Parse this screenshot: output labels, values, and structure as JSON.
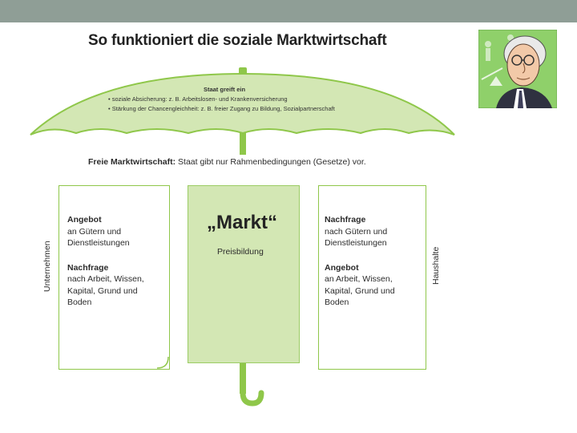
{
  "title": "So funktioniert die soziale Marktwirtschaft",
  "canopy": {
    "heading": "Staat greift ein",
    "bullets": [
      "soziale Absicherung: z. B. Arbeitslosen- und Krankenversicherung",
      "Stärkung der Chancengleichheit: z. B. freier Zugang zu Bildung, Sozialpartnerschaft"
    ]
  },
  "free_market": {
    "label": "Freie Marktwirtschaft:",
    "text": "Staat gibt nur Rahmenbedingungen (Gesetze) vor."
  },
  "left_box": {
    "side_label": "Unternehmen",
    "h1": "Angebot",
    "l1a": "an Gütern und",
    "l1b": "Dienstleistungen",
    "h2": "Nachfrage",
    "l2a": "nach Arbeit, Wissen,",
    "l2b": "Kapital, Grund und",
    "l2c": "Boden"
  },
  "center_box": {
    "title": "„Markt“",
    "subtitle": "Preisbildung"
  },
  "right_box": {
    "side_label": "Haushalte",
    "h1": "Nachfrage",
    "l1a": "nach Gütern und",
    "l1b": "Dienstleistungen",
    "h2": "Angebot",
    "l2a": "an Arbeit, Wissen,",
    "l2b": "Kapital, Grund und",
    "l2c": "Boden"
  },
  "colors": {
    "green": "#8fc74a",
    "light_green": "#d3e7b4",
    "topbar": "#8f9e96"
  }
}
